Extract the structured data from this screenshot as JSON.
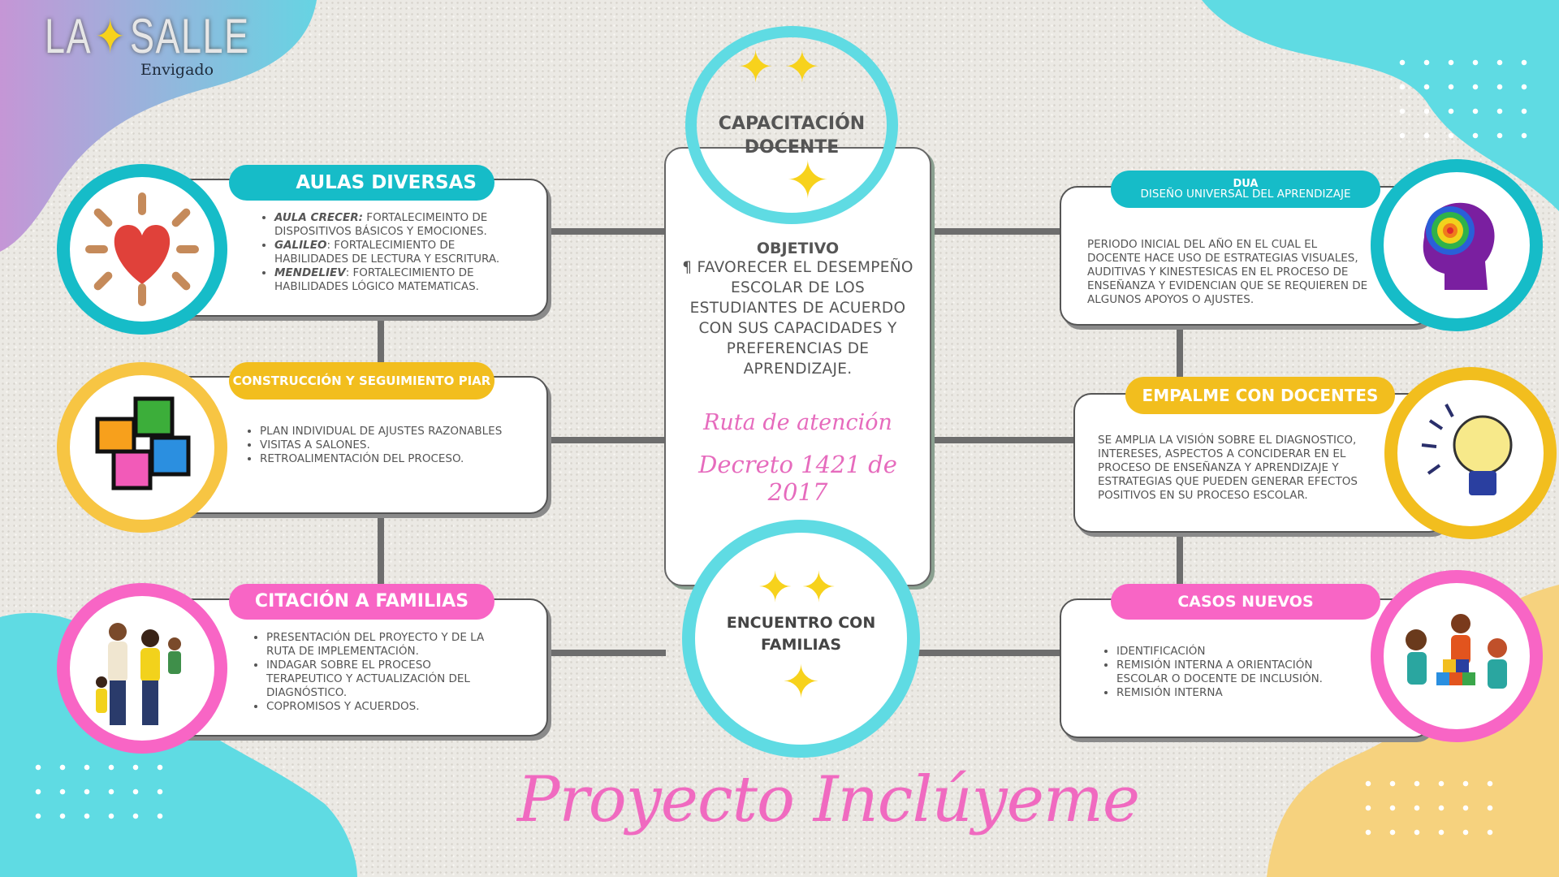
{
  "logo": {
    "name_left": "LA",
    "name_right": "SALLE",
    "subtitle": "Envigado"
  },
  "title": "Proyecto Inclúyeme",
  "center": {
    "top_circle": "CAPACITACIÓN DOCENTE",
    "objective_heading": "OBJETIVO",
    "objective_text": "¶ FAVORECER EL DESEMPEÑO ESCOLAR DE LOS ESTUDIANTES DE ACUERDO CON SUS CAPACIDADES Y PREFERENCIAS DE APRENDIZAJE.",
    "route": "Ruta de atención",
    "decree": "Decreto 1421 de 2017",
    "bottom_circle": "ENCUENTRO CON FAMILIAS"
  },
  "left": [
    {
      "title": "AULAS DIVERSAS",
      "items": [
        {
          "bold": "AULA CRECER:",
          "text": "  FORTALECIMEINTO DE DISPOSITIVOS BÁSICOS Y EMOCIONES."
        },
        {
          "bold": "GALILEO",
          "text": ": FORTALECIMIENTO DE HABILIDADES DE LECTURA Y ESCRITURA."
        },
        {
          "bold": "MENDELIEV",
          "text": ": FORTALECIMIENTO DE HABILIDADES LÓGICO MATEMATICAS."
        }
      ]
    },
    {
      "title": "CONSTRUCCIÓN Y SEGUIMIENTO PIAR",
      "items": [
        "PLAN INDIVIDUAL DE AJUSTES RAZONABLES",
        "VISITAS A SALONES.",
        "RETROALIMENTACIÓN DEL PROCESO."
      ]
    },
    {
      "title": "CITACIÓN A FAMILIAS",
      "items": [
        "PRESENTACIÓN DEL PROYECTO Y DE LA RUTA DE IMPLEMENTACIÓN.",
        "INDAGAR SOBRE EL PROCESO TERAPEUTICO Y ACTUALIZACIÓN DEL DIAGNÓSTICO.",
        "COPROMISOS Y ACUERDOS."
      ]
    }
  ],
  "right": [
    {
      "title": "DUA",
      "subtitle": "DISEÑO UNIVERSAL DEL APRENDIZAJE",
      "text": "PERIODO INICIAL DEL AÑO EN EL CUAL  EL DOCENTE HACE USO DE ESTRATEGIAS VISUALES, AUDITIVAS Y KINESTESICAS EN EL PROCESO DE ENSEÑANZA Y EVIDENCIAN QUE SE REQUIEREN DE ALGUNOS APOYOS O AJUSTES."
    },
    {
      "title": "EMPALME CON DOCENTES",
      "text": "SE AMPLIA LA VISIÓN SOBRE EL DIAGNOSTICO, INTERESES, ASPECTOS A CONCIDERAR EN EL PROCESO DE ENSEÑANZA Y APRENDIZAJE Y ESTRATEGIAS QUE PUEDEN GENERAR EFECTOS POSITIVOS EN SU PROCESO ESCOLAR."
    },
    {
      "title": "CASOS NUEVOS",
      "items": [
        "IDENTIFICACIÓN",
        "REMISIÓN INTERNA A  ORIENTACIÓN ESCOLAR O DOCENTE DE INCLUSIÓN.",
        "REMISIÓN INTERNA"
      ]
    }
  ],
  "colors": {
    "teal": "#16bcc8",
    "cyan": "#5fdbe3",
    "yellow": "#f2be1e",
    "pink": "#f865c5",
    "text": "#555555"
  }
}
